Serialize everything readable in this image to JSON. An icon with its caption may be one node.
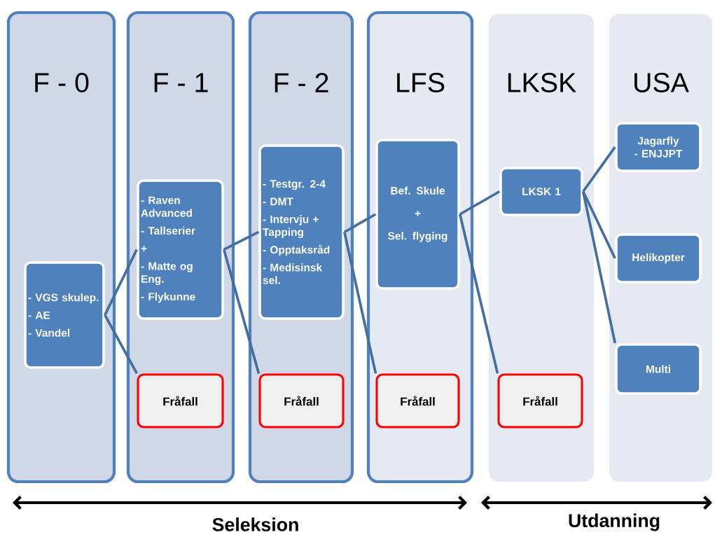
{
  "diagram": {
    "nodes": [
      {
        "text": [
          "F - 0"
        ]
      },
      {
        "text": [
          "F - 1"
        ]
      },
      {
        "text": [
          "F - 2"
        ]
      },
      {
        "text": [
          "LFS"
        ]
      },
      {
        "text": [
          "LKSK"
        ]
      },
      {
        "text": [
          "USA"
        ]
      },
      {
        "text": [
          "- VGS skulep.",
          "- AE",
          "- Vandel"
        ],
        "in": 0
      },
      {
        "text": [
          "- Raven Advanced",
          "- Tallserier",
          "+",
          "- Matte og Eng.",
          "- Flykunne"
        ],
        "in": 1
      },
      {
        "text": [
          "Fråfall"
        ],
        "in": 1
      },
      {
        "text": [
          "- Testgr. 2-4",
          "- DMT",
          "- Intervju + Tapping",
          "- Opptaksråd",
          "- Medisinsk sel."
        ],
        "in": 2
      },
      {
        "text": [
          "Fråfall"
        ],
        "in": 2
      },
      {
        "text": [
          "Bef. Skule",
          "+",
          "Sel. flyging"
        ],
        "in": 3
      },
      {
        "text": [
          "Fråfall"
        ],
        "in": 3
      },
      {
        "text": [
          "LKSK 1"
        ],
        "in": 4
      },
      {
        "text": [
          "Fråfall"
        ],
        "in": 4
      },
      {
        "text": [
          "Jagarfly - ENJJPT"
        ],
        "in": 5
      },
      {
        "text": [
          "Helikopter"
        ],
        "in": 5
      },
      {
        "text": [
          "Multi"
        ],
        "in": 5
      }
    ],
    "edges": [
      {
        "from": 6,
        "to": 7,
        "arrow": "none"
      },
      {
        "from": 6,
        "to": 8,
        "arrow": "none"
      },
      {
        "from": 7,
        "to": 9,
        "arrow": "none"
      },
      {
        "from": 7,
        "to": 10,
        "arrow": "none"
      },
      {
        "from": 9,
        "to": 11,
        "arrow": "none"
      },
      {
        "from": 9,
        "to": 12,
        "arrow": "none"
      },
      {
        "from": 11,
        "to": 13,
        "arrow": "none"
      },
      {
        "from": 11,
        "to": 14,
        "arrow": "none"
      },
      {
        "from": 13,
        "to": 15,
        "arrow": "none"
      },
      {
        "from": 13,
        "to": 16,
        "arrow": "none"
      },
      {
        "from": 13,
        "to": 17,
        "arrow": "none"
      }
    ],
    "labels": [
      "Seleksion",
      "Utdanning"
    ]
  }
}
